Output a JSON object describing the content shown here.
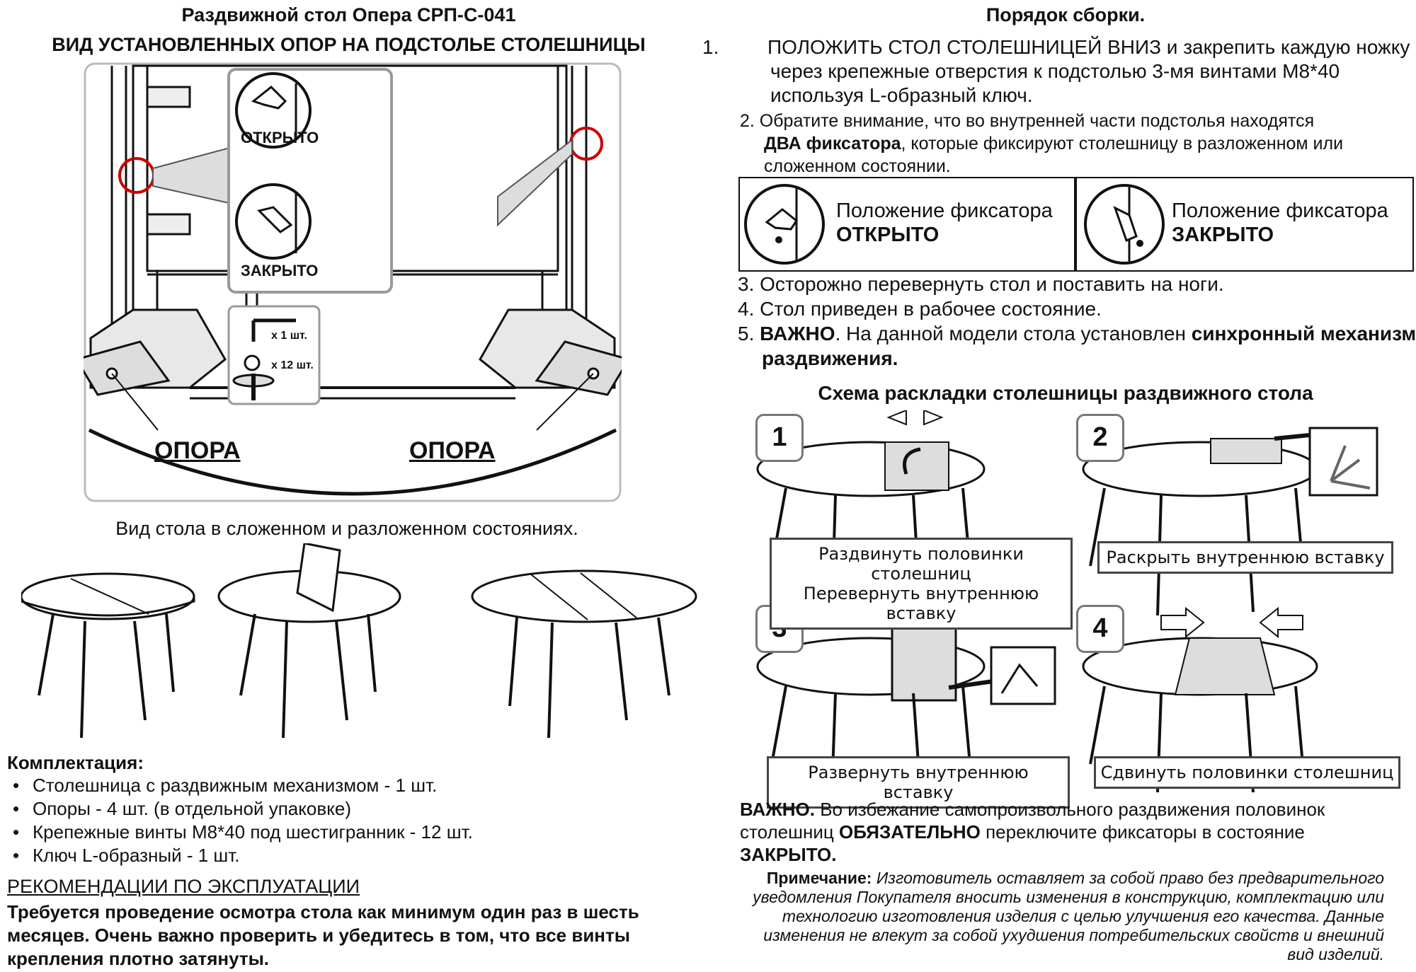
{
  "left": {
    "title_line1": "Раздвижной стол Опера СРП-С-041",
    "title_line2": "ВИД УСТАНОВЛЕННЫХ ОПОР НА ПОДСТОЛЬЕ СТОЛЕШНИЦЫ",
    "diagram": {
      "open_label": "ОТКРЫТО",
      "closed_label": "ЗАКРЫТО",
      "wrench_qty": "x 1 шт.",
      "screw_qty": "x 12 шт.",
      "leg_label_left": "ОПОРА",
      "leg_label_right": "ОПОРА"
    },
    "states_caption": "Вид стола в сложенном и разложенном состояниях.",
    "kit_heading": "Комплектация:",
    "kit_items": [
      "Столешница с раздвижным механизмом - 1 шт.",
      "Опоры - 4 шт. (в отдельной упаковке)",
      "Крепежные винты М8*40 под шестигранник - 12 шт.",
      "Ключ L-образный - 1 шт."
    ],
    "reco_heading": "РЕКОМЕНДАЦИИ ПО ЭКСПЛУАТАЦИИ",
    "reco_text": "Требуется проведение осмотра стола как минимум один раз в шесть месяцев. Очень важно проверить и убедитесь в том, что все винты крепления плотно затянуты."
  },
  "right": {
    "title": "Порядок сборки.",
    "step1_num": "1.",
    "step1_bold": "ПОЛОЖИТЬ СТОЛ СТОЛЕШНИЦЕЙ ВНИЗ",
    "step1_rest": " и закрепить каждую ножку через крепежные отверстия к подстолью 3-мя винтами М8*40 используя L-образный ключ.",
    "step2_pre": "2. Обратите внимание, что во внутренней части подстолья находятся",
    "step2_bold": "ДВА фиксатора",
    "step2_rest": ", которые фиксируют столешницу в разложенном или сложенном состоянии.",
    "fix_open_label": "Положение фиксатора",
    "fix_open_state": "ОТКРЫТО",
    "fix_closed_label": "Положение фиксатора",
    "fix_closed_state": "ЗАКРЫТО",
    "step3": "3. Осторожно перевернуть стол и поставить на ноги.",
    "step4": "4. Стол приведен в рабочее состояние.",
    "step5_pre": "5. ",
    "step5_bold1": "ВАЖНО",
    "step5_mid": ". На данной модели стола установлен ",
    "step5_bold2": "синхронный механизм раздвижения.",
    "scheme_title": "Схема раскладки столешницы раздвижного стола",
    "scheme_steps": [
      {
        "num": "1",
        "caption": "Раздвинуть половинки столешниц\nПеревернуть внутреннюю вставку"
      },
      {
        "num": "2",
        "caption": "Раскрыть внутреннюю вставку"
      },
      {
        "num": "3",
        "caption": "Развернуть внутреннюю вставку"
      },
      {
        "num": "4",
        "caption": "Сдвинуть половинки столешниц"
      }
    ],
    "important_bold": "ВАЖНО.",
    "important_text1": " Во избежание самопроизвольного раздвижения половинок столешниц ",
    "important_bold2": "ОБЯЗАТЕЛЬНО",
    "important_text2": " переключите фиксаторы в состояние ",
    "important_bold3": "ЗАКРЫТО.",
    "note_label": "Примечание:",
    "note_text": " Изготовитель оставляет за собой право без предварительного уведомления Покупателя вносить изменения в конструкцию, комплектацию или технологию изготовления изделия с целью улучшения его качества. Данные изменения не влекут за собой ухудшения потребительских свойств и внешний вид изделий."
  }
}
